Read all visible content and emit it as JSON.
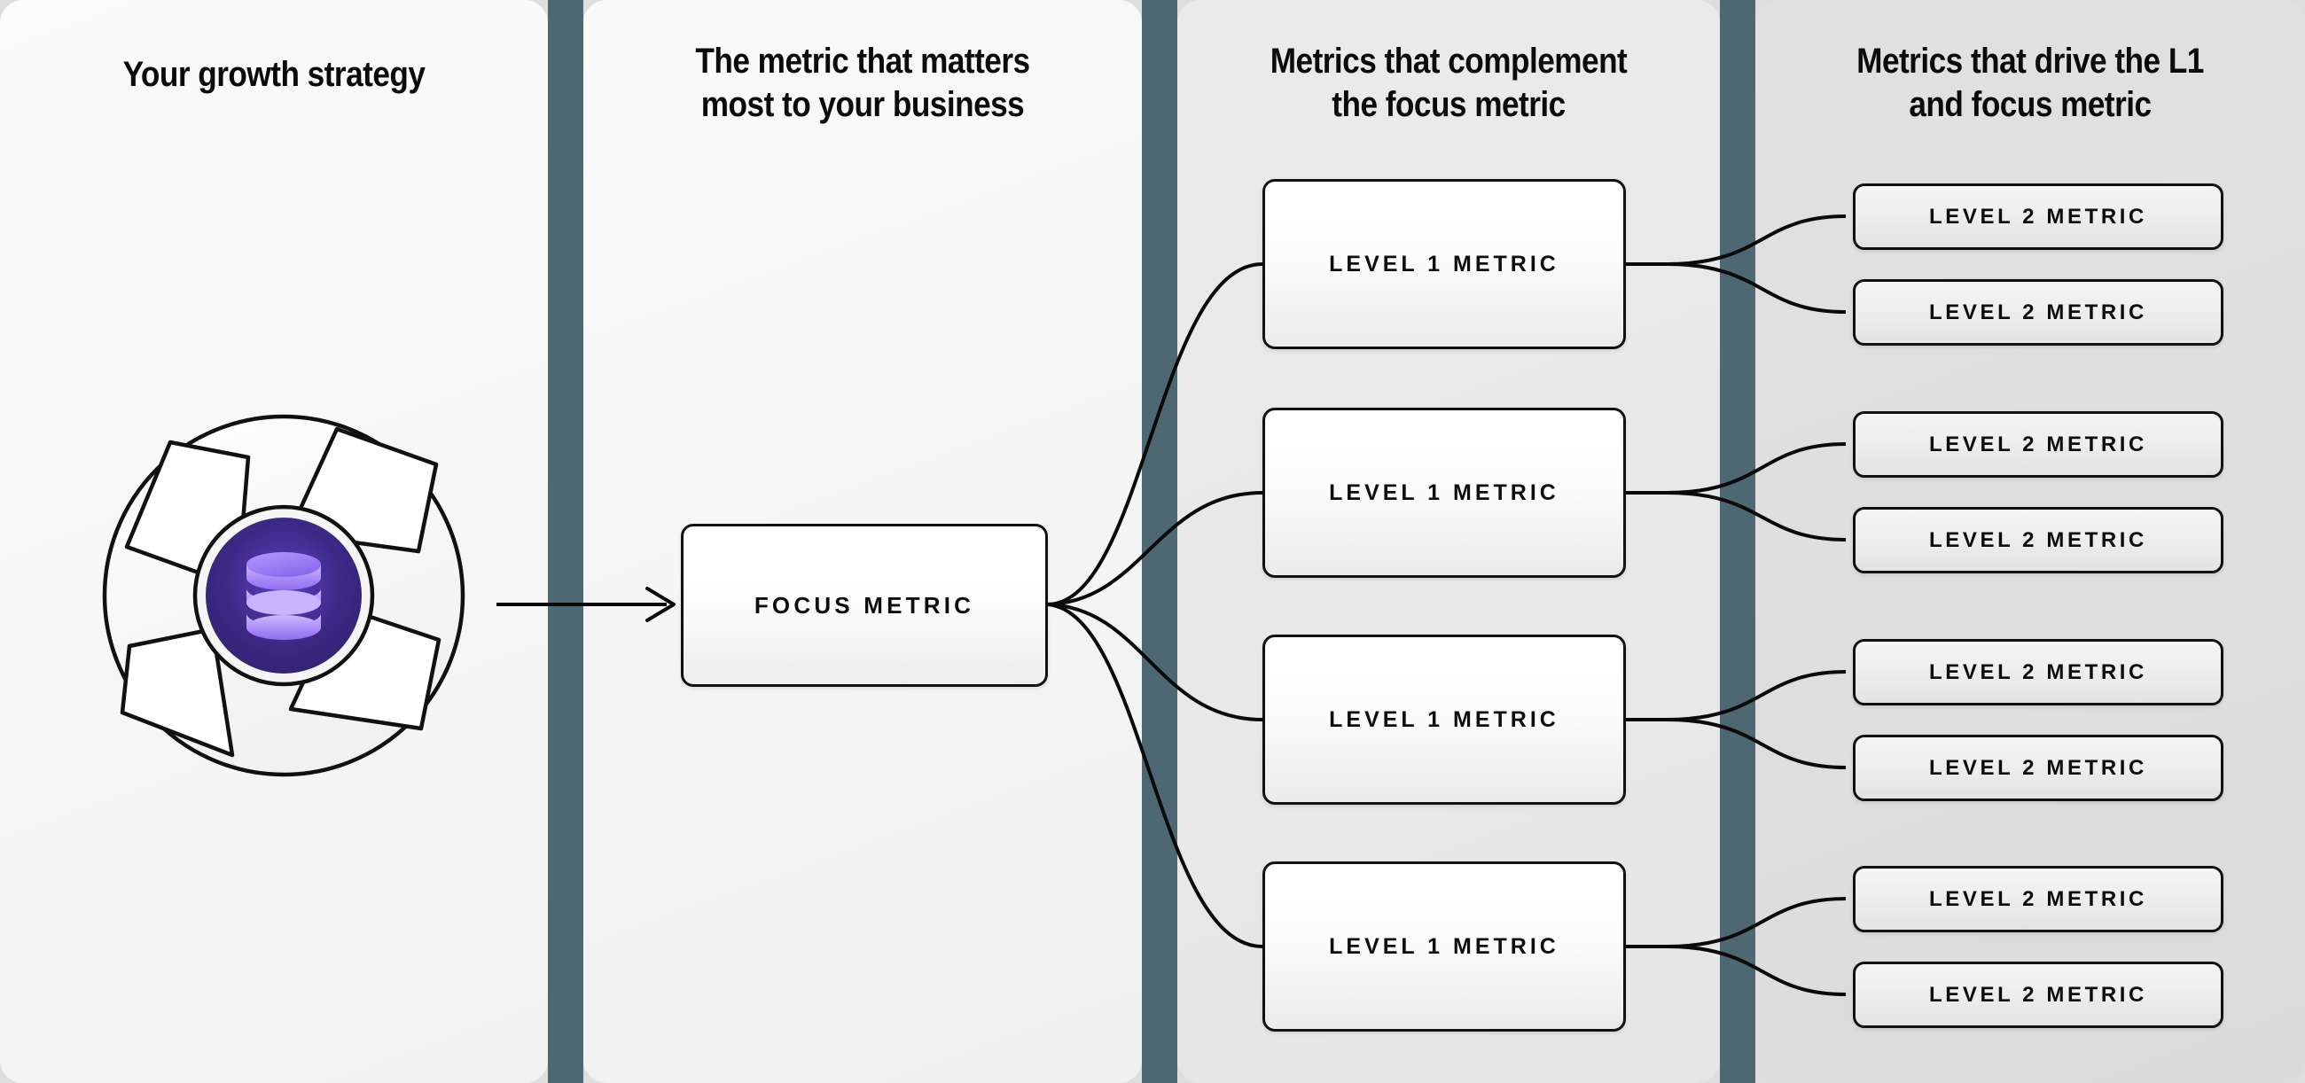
{
  "diagram": {
    "title": "Metric tree: growth strategy to level 2 metrics",
    "columns": [
      {
        "id": "growth-strategy",
        "heading": "Your growth strategy"
      },
      {
        "id": "focus-metric",
        "heading": "The metric that matters\nmost to your business"
      },
      {
        "id": "level-1-metrics",
        "heading": "Metrics that complement\nthe focus metric"
      },
      {
        "id": "level-2-metrics",
        "heading": "Metrics that drive the L1\nand focus metric"
      }
    ],
    "logo": {
      "name": "aperture-database-logo",
      "icon": "database-icon",
      "blades": 4,
      "core_color": "#3b2a7a",
      "icon_color": "#a78bfa",
      "ring_color": "#f4f4f4",
      "outline_color": "#111111"
    },
    "focus_node": {
      "label": "FOCUS METRIC"
    },
    "level1_nodes": [
      {
        "label": "LEVEL 1 METRIC"
      },
      {
        "label": "LEVEL 1 METRIC"
      },
      {
        "label": "LEVEL 1 METRIC"
      },
      {
        "label": "LEVEL 1 METRIC"
      }
    ],
    "level2_nodes": [
      {
        "label": "LEVEL 2 METRIC"
      },
      {
        "label": "LEVEL 2 METRIC"
      },
      {
        "label": "LEVEL 2 METRIC"
      },
      {
        "label": "LEVEL 2 METRIC"
      },
      {
        "label": "LEVEL 2 METRIC"
      },
      {
        "label": "LEVEL 2 METRIC"
      },
      {
        "label": "LEVEL 2 METRIC"
      },
      {
        "label": "LEVEL 2 METRIC"
      }
    ],
    "colors": {
      "separator": "#4d6873",
      "column_1_bg": "#f7f7f7",
      "column_2_bg": "#f4f4f4",
      "column_3_bg": "#e8e8e8",
      "column_4_bg": "#dedede",
      "node_border": "#111111",
      "connector": "#0a0a0a",
      "text": "#0b0b0b"
    }
  }
}
